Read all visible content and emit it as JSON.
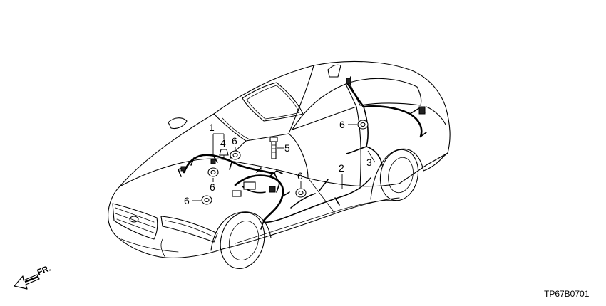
{
  "diagram": {
    "callouts": [
      {
        "id": "c1",
        "label": "1"
      },
      {
        "id": "c2",
        "label": "2"
      },
      {
        "id": "c3",
        "label": "3"
      },
      {
        "id": "c4",
        "label": "4"
      },
      {
        "id": "c5",
        "label": "5"
      },
      {
        "id": "c6a",
        "label": "6"
      },
      {
        "id": "c6b",
        "label": "6"
      },
      {
        "id": "c6c",
        "label": "6"
      },
      {
        "id": "c6d",
        "label": "6"
      },
      {
        "id": "c6e",
        "label": "6"
      }
    ],
    "direction_label": "FR.",
    "diagram_code": "TP67B0701"
  }
}
